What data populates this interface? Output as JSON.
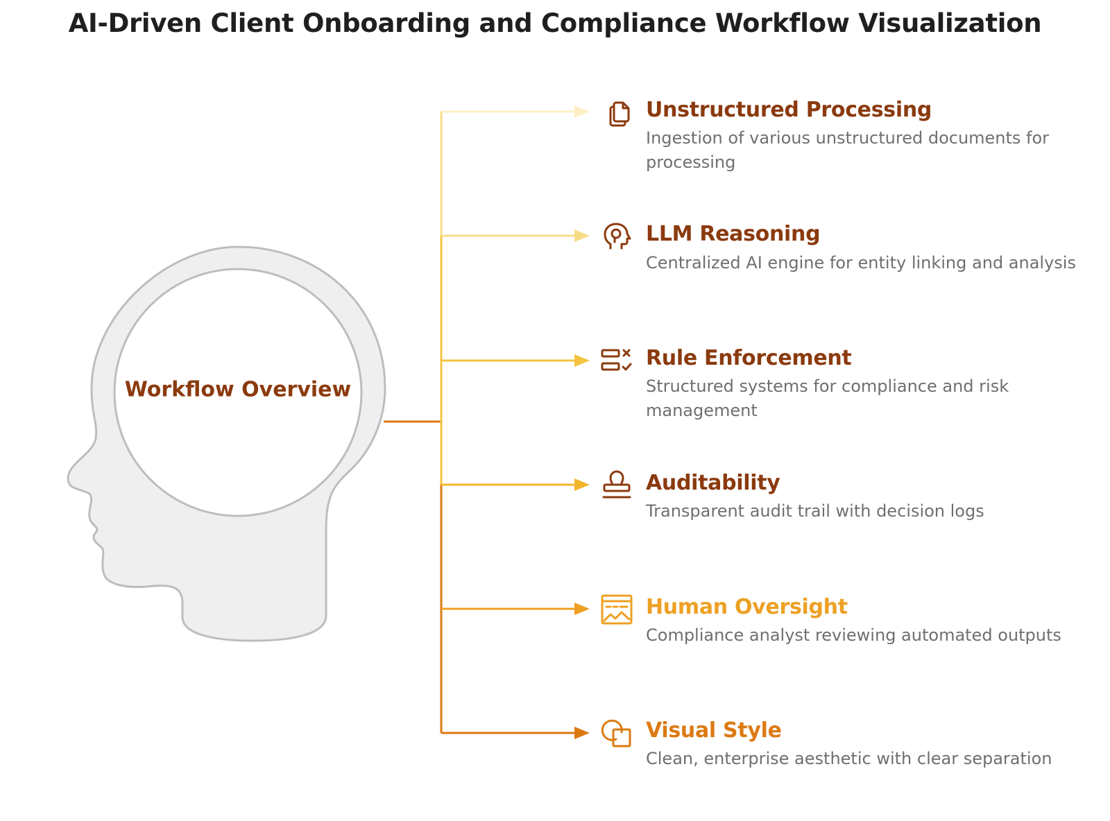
{
  "title": "AI-Driven Client Onboarding and Compliance Workflow Visualization",
  "center": {
    "label": "Workflow Overview"
  },
  "items": [
    {
      "title": "Unstructured Processing",
      "description": "Ingestion of various unstructured documents for processing",
      "icon": "documents-icon",
      "color": "#fdeec4"
    },
    {
      "title": "LLM Reasoning",
      "description": "Centralized AI engine for entity linking and analysis",
      "icon": "brain-head-icon",
      "color": "#f7dc86"
    },
    {
      "title": "Rule Enforcement",
      "description": "Structured systems for compliance and risk management",
      "icon": "checklist-icon",
      "color": "#f4c43f"
    },
    {
      "title": "Auditability",
      "description": "Transparent audit trail with decision logs",
      "icon": "stamp-icon",
      "color": "#f3b52c"
    },
    {
      "title": "Human Oversight",
      "description": "Compliance analyst reviewing automated outputs",
      "icon": "dashboard-chart-icon",
      "color": "#eda024"
    },
    {
      "title": "Visual Style",
      "description": "Clean, enterprise aesthetic with clear separation",
      "icon": "shapes-icon",
      "color": "#dc7a12"
    }
  ],
  "colors": {
    "title_text": "#1f1f1f",
    "item_title_dark": "#8b3a0e",
    "item_title_light": "#eda024",
    "item_title_visual": "#dc7a12",
    "description_text": "#6f6f6f",
    "head_fill": "#efefef",
    "head_stroke": "#bdbdbd",
    "center_text": "#8b3a0e",
    "icon_dark": "#8b3a0e"
  }
}
